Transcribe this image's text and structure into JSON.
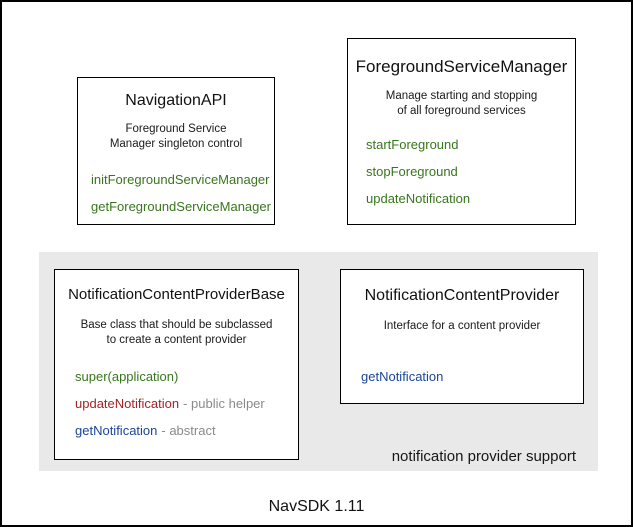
{
  "diagram": {
    "footer_label": "NavSDK 1.11",
    "panel_label": "notification provider support"
  },
  "colors": {
    "method_green": "#38761d",
    "method_red": "#a32424",
    "method_blue": "#1b4596",
    "annotation_gray": "#8a8a8a",
    "panel_bg": "#e9e9e9",
    "box_border": "#000000",
    "text": "#111111"
  },
  "boxes": {
    "navigation_api": {
      "title": "NavigationAPI",
      "description_line1": "Foreground Service",
      "description_line2": "Manager singleton control",
      "methods": [
        {
          "name": "initForegroundServiceManager"
        },
        {
          "name": "getForegroundServiceManager"
        }
      ]
    },
    "foreground_service_manager": {
      "title": "ForegroundServiceManager",
      "description_line1": "Manage starting and stopping",
      "description_line2": "of all foreground services",
      "methods": [
        {
          "name": "startForeground"
        },
        {
          "name": "stopForeground"
        },
        {
          "name": "updateNotification"
        }
      ]
    },
    "notification_content_provider_base": {
      "title": "NotificationContentProviderBase",
      "description_line1": "Base class that should be subclassed",
      "description_line2": "to create a content provider",
      "methods": [
        {
          "name": "super(application)",
          "annotation": ""
        },
        {
          "name": "updateNotification",
          "annotation": "- public helper"
        },
        {
          "name": "getNotification",
          "annotation": "- abstract"
        }
      ]
    },
    "notification_content_provider": {
      "title": "NotificationContentProvider",
      "description_line1": "Interface for a content provider",
      "methods": [
        {
          "name": "getNotification"
        }
      ]
    }
  }
}
